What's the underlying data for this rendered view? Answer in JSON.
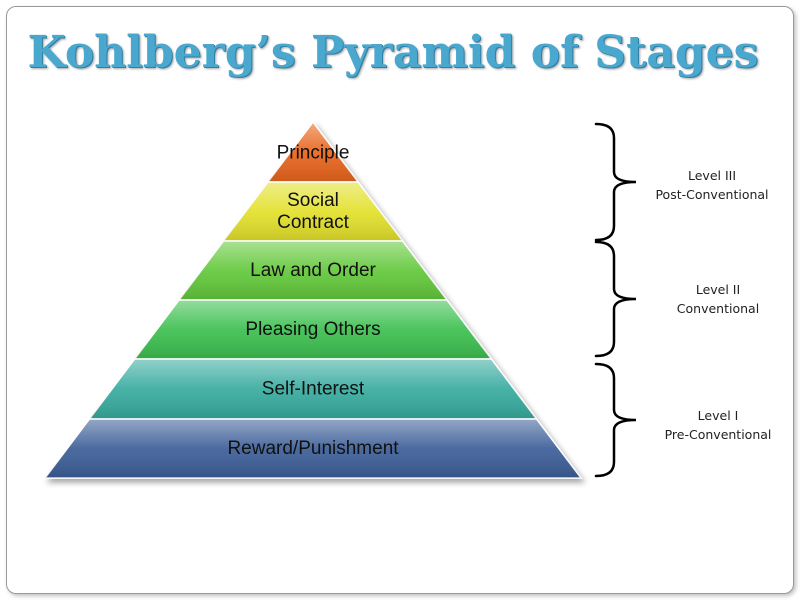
{
  "title": "Kohlberg’s Pyramid of Stages",
  "stages": [
    {
      "label_lines": [
        "Principle"
      ],
      "color": "#e8641c"
    },
    {
      "label_lines": [
        "Social",
        "Contract"
      ],
      "color": "#e2e02a"
    },
    {
      "label_lines": [
        "Law and Order"
      ],
      "color": "#62c83a"
    },
    {
      "label_lines": [
        "Pleasing Others"
      ],
      "color": "#3cbf4f"
    },
    {
      "label_lines": [
        "Self-Interest"
      ],
      "color": "#37ab9f"
    },
    {
      "label_lines": [
        "Reward/Punishment"
      ],
      "color": "#3c5e98"
    }
  ],
  "levels": [
    {
      "name": "Level III",
      "subtitle": "Post-Conventional"
    },
    {
      "name": "Level II",
      "subtitle": "Conventional"
    },
    {
      "name": "Level I",
      "subtitle": "Pre-Conventional"
    }
  ],
  "colors": {
    "title": "#4aa8cf",
    "bracket": "#000000"
  }
}
